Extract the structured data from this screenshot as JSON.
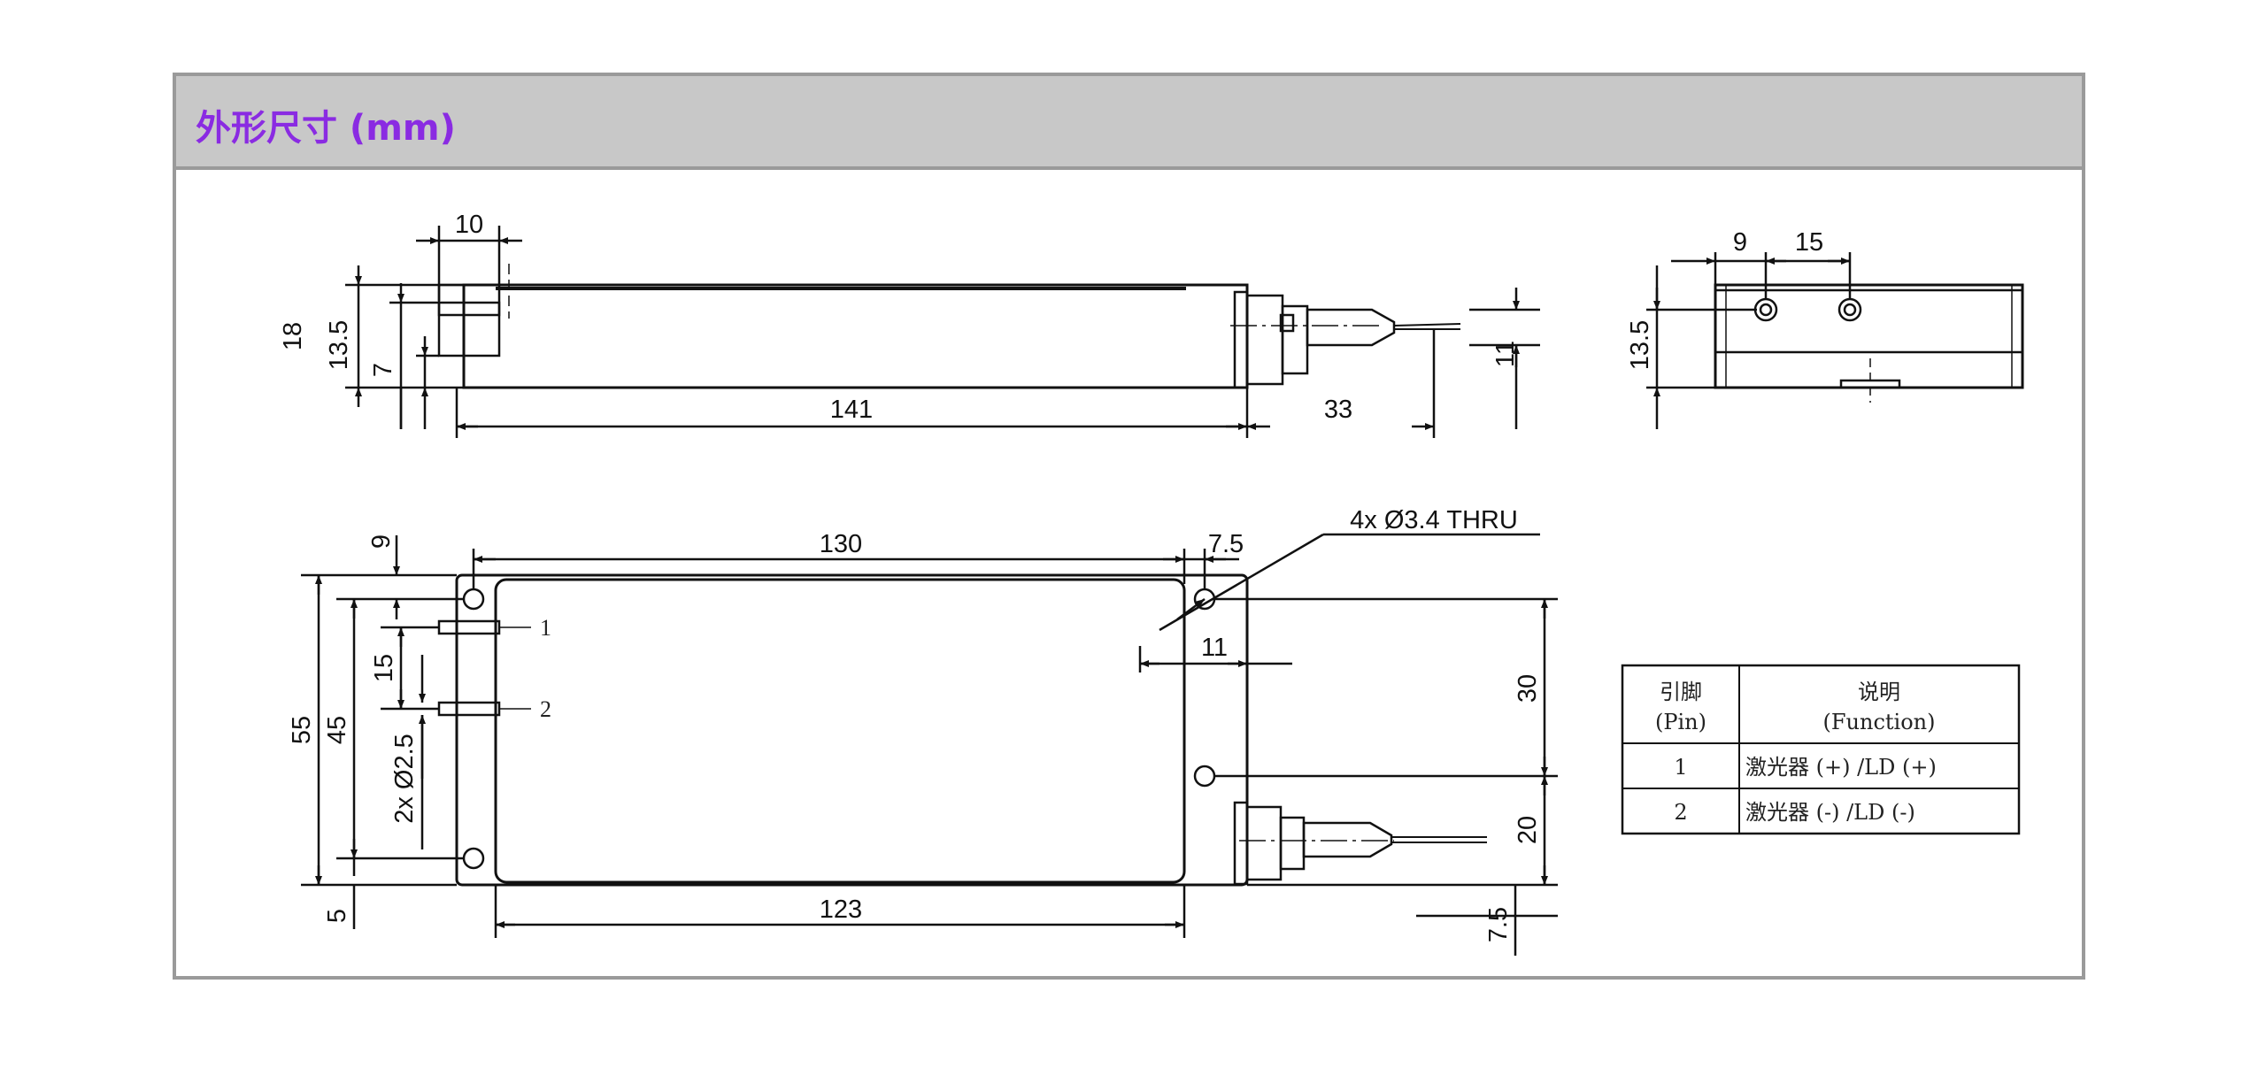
{
  "title": "外形尺寸 (mm)",
  "side_view": {
    "d10": "10",
    "d18": "18",
    "d13_5": "13.5",
    "d7": "7",
    "d141": "141",
    "d33": "33",
    "d11": "11"
  },
  "end_view": {
    "d9": "9",
    "d15": "15",
    "d13_5": "13.5"
  },
  "top_view": {
    "d9": "9",
    "d130": "130",
    "d7_5": "7.5",
    "hole_note": "4x Ø3.4 THRU",
    "d55": "55",
    "d45": "45",
    "d15": "15",
    "pin_dia": "2x Ø2.5",
    "d11": "11",
    "d30": "30",
    "d20": "20",
    "d123": "123",
    "d5": "5",
    "d7_5b": "7.5",
    "pin1_label": "1",
    "pin2_label": "2"
  },
  "pin_table": {
    "headers": [
      {
        "line1": "引脚",
        "line2": "(Pin)"
      },
      {
        "line1": "说明",
        "line2": "(Function)"
      }
    ],
    "rows": [
      {
        "pin": "1",
        "function": "激光器 (+) /LD (+)"
      },
      {
        "pin": "2",
        "function": "激光器 (-) /LD (-)"
      }
    ]
  }
}
